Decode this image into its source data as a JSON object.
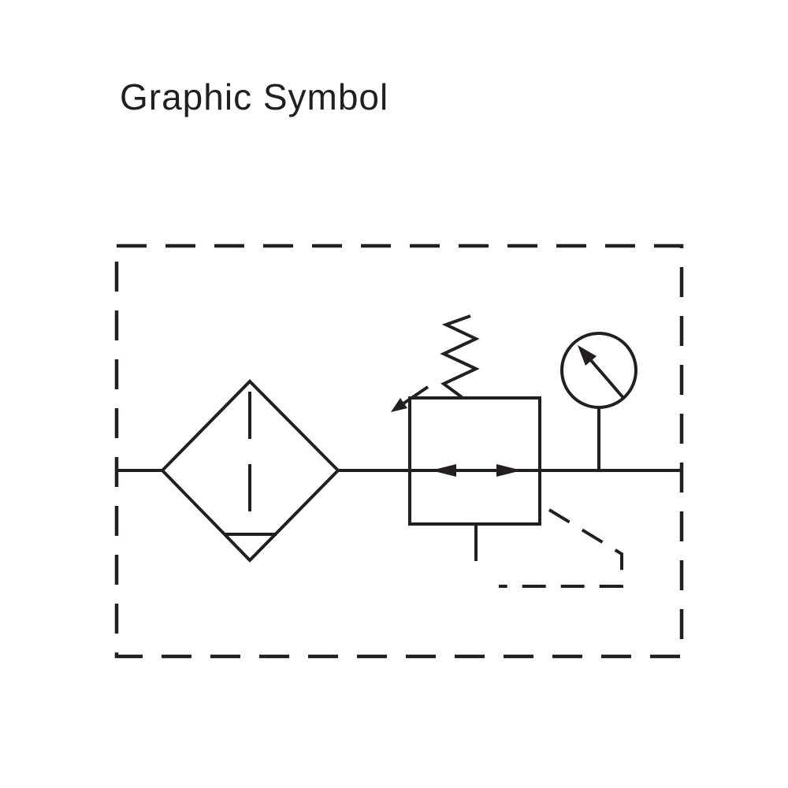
{
  "title": "Graphic Symbol",
  "colors": {
    "line": "#231f20",
    "background": "#ffffff"
  },
  "diagram": {
    "label": "Pneumatic graphic symbol: filter with water drain, adjustable pressure regulator with spring and pilot line, and pressure gauge inside a dashed assembly enclosure",
    "components": [
      {
        "name": "assembly-enclosure",
        "shape": "dashed rectangle boundary"
      },
      {
        "name": "filter-with-drain",
        "shape": "diamond with dashed element line and bottom drain chord"
      },
      {
        "name": "pressure-regulator",
        "shape": "square with bidirectional flow arrows, spring and adjustment arrow"
      },
      {
        "name": "regulator-vent-line",
        "shape": "short line below regulator"
      },
      {
        "name": "pilot-feedback-line",
        "shape": "dashed diagonal-vertical-horizontal path"
      },
      {
        "name": "pressure-gauge",
        "shape": "circle with needle arrow connected to outlet line"
      }
    ]
  }
}
